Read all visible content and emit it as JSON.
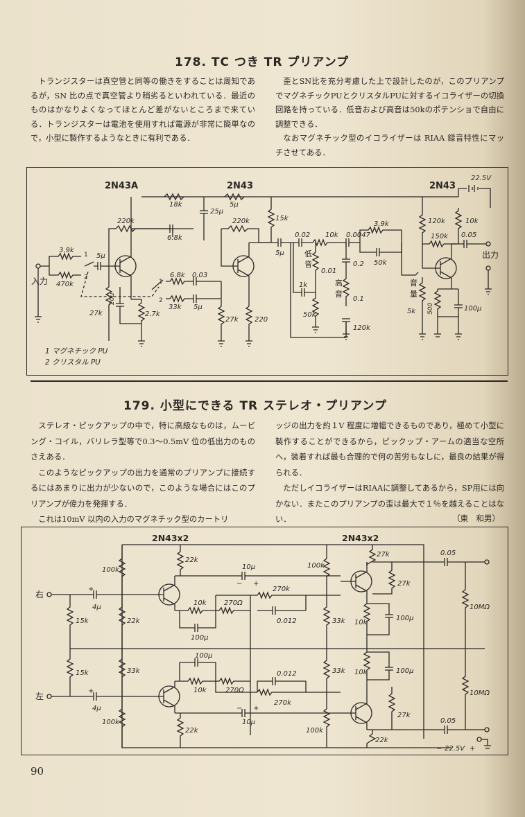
{
  "page_number": "90",
  "s178": {
    "title": "178. TC つき TR プリアンプ",
    "left_paras": [
      "トランジスターは真空管と同等の働きをすることは周知であるが，SN 比の点で真空管より稍劣るといわれている．最近のものはかなりよくなってほとんど差がないところまで来ている．トランジスターは電池を使用すれば電源が非常に簡単なので，小型に製作するようなときに有利である．"
    ],
    "right_paras": [
      "歪とSN比を充分考慮した上で設計したのが，このプリアンプでマグネチックPUとクリスタルPUに対するイコライザーの切換回路を持っている．低音および高音は50kのポテンショで自由に調整できる．",
      "なおマグネチック型のイコライザーは RIAA 録音特性にマッチさせてある．"
    ],
    "diagram": {
      "tr": [
        "2N43A",
        "2N43",
        "2N43"
      ],
      "parts": [
        "3.9k",
        "470k",
        "5μ",
        "220k",
        "27k",
        "20μ",
        "2.7k",
        "18k",
        "25μ",
        "6.8k",
        "5μ",
        "220k",
        "6.8k",
        "0.03",
        "33k",
        "5μ",
        "27k",
        "220",
        "15k",
        "0.02",
        "10k",
        "5μ",
        "3.9k",
        "0.0047",
        "50k",
        "0.01",
        "0.2",
        "1k",
        "50k",
        "0.1",
        "120k",
        "10k",
        "150k",
        "0.05",
        "5k",
        "500",
        "100μ",
        "22.5V"
      ],
      "labels": [
        "入力",
        "1",
        "2",
        "1",
        "2",
        "低",
        "音",
        "高",
        "音",
        "音",
        "量",
        "出力"
      ],
      "legend": [
        "1 マグネチック PU",
        "2 クリスタル PU"
      ]
    }
  },
  "s179": {
    "title": "179. 小型にできる TR ステレオ・プリアンプ",
    "left_paras": [
      "ステレオ・ピックアップの中で，特に高級なものは，ムービング・コイル，バリレラ型等で0.3～0.5mV 位の低出力のものさえある．",
      "このようなピックアップの出力を通常のプリアンプに接続するにはあまりに出力が少ないので，このような場合にはこのプリアンプが偉力を発揮する．",
      "これは10mV 以内の入力のマグネチック型のカートリ"
    ],
    "right_paras": [
      "ッジの出力を約１V 程度に増幅できるものであり，極めて小型に製作することができるから，ピックップ・アームの適当な空所へ，装着すれば最も合理的で何の苦労もなしに，最良の結果が得られる．",
      "ただしイコライザーはRIAAに調整してあるから，SP用には向かない．またこのプリアンプの歪は最大で１％を越えることはない．"
    ],
    "author": "（東　和男）",
    "diagram": {
      "tr": [
        "2N43x2",
        "2N43x2"
      ],
      "top": [
        "100k",
        "22k",
        "10μ",
        "22k",
        "100k",
        "270k",
        "0.012",
        "27k",
        "15k",
        "33k",
        "10k",
        "270Ω",
        "100μ",
        "33k",
        "10k",
        "100μ",
        "0.05",
        "10MΩ"
      ],
      "bottom": [
        "15k",
        "33k",
        "100μ",
        "10k",
        "270Ω",
        "0.012",
        "270k",
        "33k",
        "10k",
        "100μ",
        "10MΩ",
        "100k",
        "22k",
        "10μ",
        "27k",
        "100k",
        "22k",
        "0.05",
        "22.5V"
      ],
      "labels": [
        "右",
        "4μ",
        "左",
        "4μ",
        "−",
        "+",
        "+",
        "−",
        "−",
        "+",
        "−",
        "+"
      ]
    }
  }
}
